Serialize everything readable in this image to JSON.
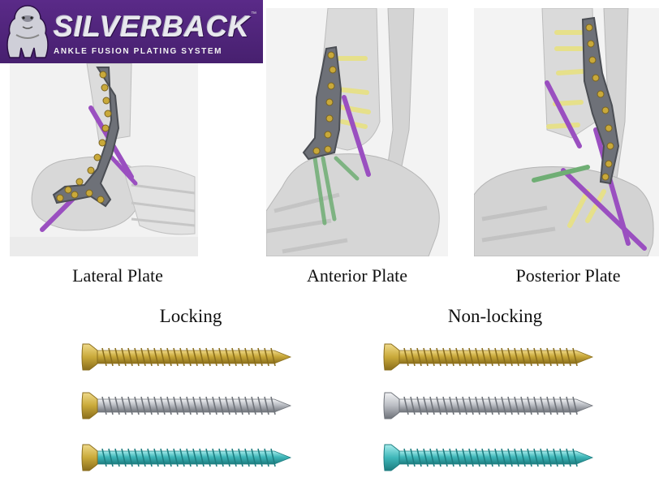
{
  "logo": {
    "title": "SILVERBACK",
    "trademark": "™",
    "subtitle": "ANKLE FUSION PLATING SYSTEM"
  },
  "plates": [
    {
      "label": "Lateral Plate"
    },
    {
      "label": "Anterior Plate"
    },
    {
      "label": "Posterior Plate"
    }
  ],
  "screw_groups": [
    {
      "label": "Locking",
      "screws": [
        {
          "head": "gold",
          "shaft": "gold"
        },
        {
          "head": "gold",
          "shaft": "silver"
        },
        {
          "head": "gold",
          "shaft": "teal"
        }
      ]
    },
    {
      "label": "Non-locking",
      "screws": [
        {
          "head": "gold",
          "shaft": "gold"
        },
        {
          "head": "silver",
          "shaft": "silver"
        },
        {
          "head": "teal",
          "shaft": "teal"
        }
      ]
    }
  ],
  "colors": {
    "logo_purple": "#4f2479",
    "plate_gray": "#6e7178",
    "screw_gold": "#c9a93a",
    "screw_silver": "#b9bcc2",
    "screw_teal": "#3fb7b9",
    "wire_purple": "#9a4fc0",
    "wire_yellow": "#e6e08a",
    "wire_green": "#6fae74",
    "bone": "#d9d9d9"
  }
}
